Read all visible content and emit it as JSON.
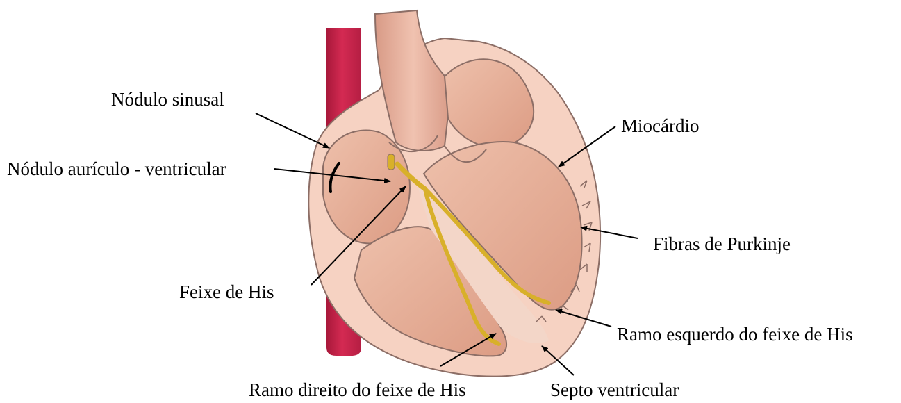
{
  "diagram": {
    "labels": {
      "sinus_node": "Nódulo sinusal",
      "av_node": "Nódulo aurículo - ventricular",
      "bundle_of_his": "Feixe de His",
      "right_bundle_branch": "Ramo direito do feixe de His",
      "ventricular_septum": "Septo ventricular",
      "left_bundle_branch": "Ramo esquerdo do feixe de His",
      "purkinje_fibers": "Fibras de Purkinje",
      "myocardium": "Miocárdio"
    },
    "colors": {
      "heart_outer": "#f6d2c2",
      "heart_chamber": "#e4a890",
      "heart_chamber_light": "#eec0ab",
      "vessel_red": "#d42a52",
      "vessel_dark": "#a8183a",
      "conduction_yellow": "#d8b02a",
      "outline": "#8c6e66"
    }
  }
}
